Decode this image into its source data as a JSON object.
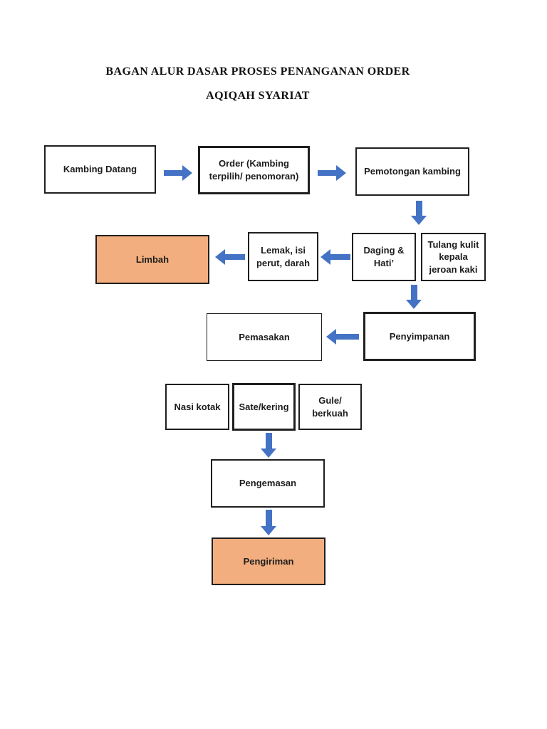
{
  "page": {
    "title_line1": "BAGAN ALUR DASAR PROSES PENANGANAN ORDER",
    "title_line2": "AQIQAH SYARIAT"
  },
  "colors": {
    "arrow_blue": "#4472C4",
    "highlight_orange": "#F2AE7E",
    "box_border": "#1F1F1F",
    "page_background": "#FFFFFF"
  },
  "nodes": {
    "kambing_datang": {
      "label": "Kambing Datang"
    },
    "order": {
      "label": "Order (Kambing terpilih/ penomoran)"
    },
    "pemotongan": {
      "label": "Pemotongan kambing"
    },
    "daging_hati": {
      "label": "Daging & Hati’"
    },
    "tulang": {
      "label": "Tulang kulit kepala jeroan kaki"
    },
    "lemak": {
      "label": "Lemak, isi perut, darah"
    },
    "limbah": {
      "label": "Limbah"
    },
    "penyimpanan": {
      "label": "Penyimpanan"
    },
    "pemasakan": {
      "label": "Pemasakan"
    },
    "nasi_kotak": {
      "label": "Nasi kotak"
    },
    "sate_kering": {
      "label": "Sate/kering"
    },
    "gule_berkuah": {
      "label": "Gule/ berkuah"
    },
    "pengemasan": {
      "label": "Pengemasan"
    },
    "pengiriman": {
      "label": "Pengiriman"
    }
  },
  "edges": [
    {
      "from": "kambing_datang",
      "to": "order",
      "direction": "right"
    },
    {
      "from": "order",
      "to": "pemotongan",
      "direction": "right"
    },
    {
      "from": "pemotongan",
      "to": "daging_hati + tulang",
      "direction": "down"
    },
    {
      "from": "daging_hati",
      "to": "lemak",
      "direction": "left"
    },
    {
      "from": "lemak",
      "to": "limbah",
      "direction": "left"
    },
    {
      "from": "daging_hati + tulang",
      "to": "penyimpanan",
      "direction": "down"
    },
    {
      "from": "penyimpanan",
      "to": "pemasakan",
      "direction": "left"
    },
    {
      "from": "sate_kering",
      "to": "pengemasan",
      "direction": "down"
    },
    {
      "from": "pengemasan",
      "to": "pengiriman",
      "direction": "down"
    }
  ]
}
